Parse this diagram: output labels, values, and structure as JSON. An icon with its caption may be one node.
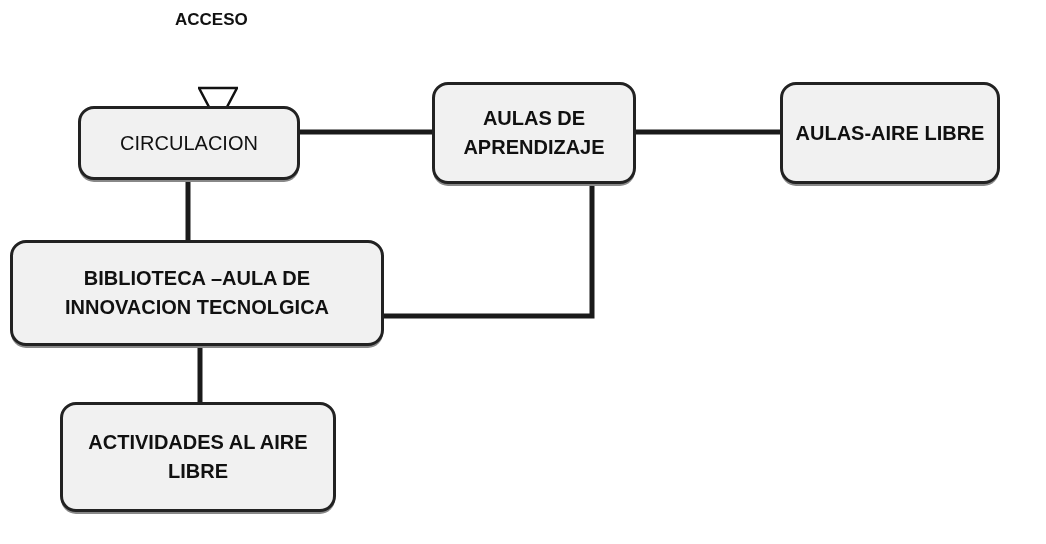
{
  "diagram": {
    "nodes": [
      {
        "text": [
          "ACCESO"
        ]
      },
      {
        "text": [
          "CIRCULACION"
        ]
      },
      {
        "text": [
          "AULAS DE APRENDIZAJE"
        ]
      },
      {
        "text": [
          "AULAS-AIRE LIBRE"
        ]
      },
      {
        "text": [
          "BIBLIOTECA –AULA DE INNOVACION TECNOLGICA"
        ]
      },
      {
        "text": [
          "ACTIVIDADES AL AIRE LIBRE"
        ]
      }
    ],
    "edges": [
      {
        "from": 0,
        "to": 1,
        "arrow": "to"
      },
      {
        "from": 1,
        "to": 2,
        "arrow": "none"
      },
      {
        "from": 2,
        "to": 3,
        "arrow": "none"
      },
      {
        "from": 1,
        "to": 4,
        "arrow": "none"
      },
      {
        "from": 2,
        "to": 4,
        "arrow": "none"
      },
      {
        "from": 4,
        "to": 5,
        "arrow": "none"
      }
    ]
  }
}
